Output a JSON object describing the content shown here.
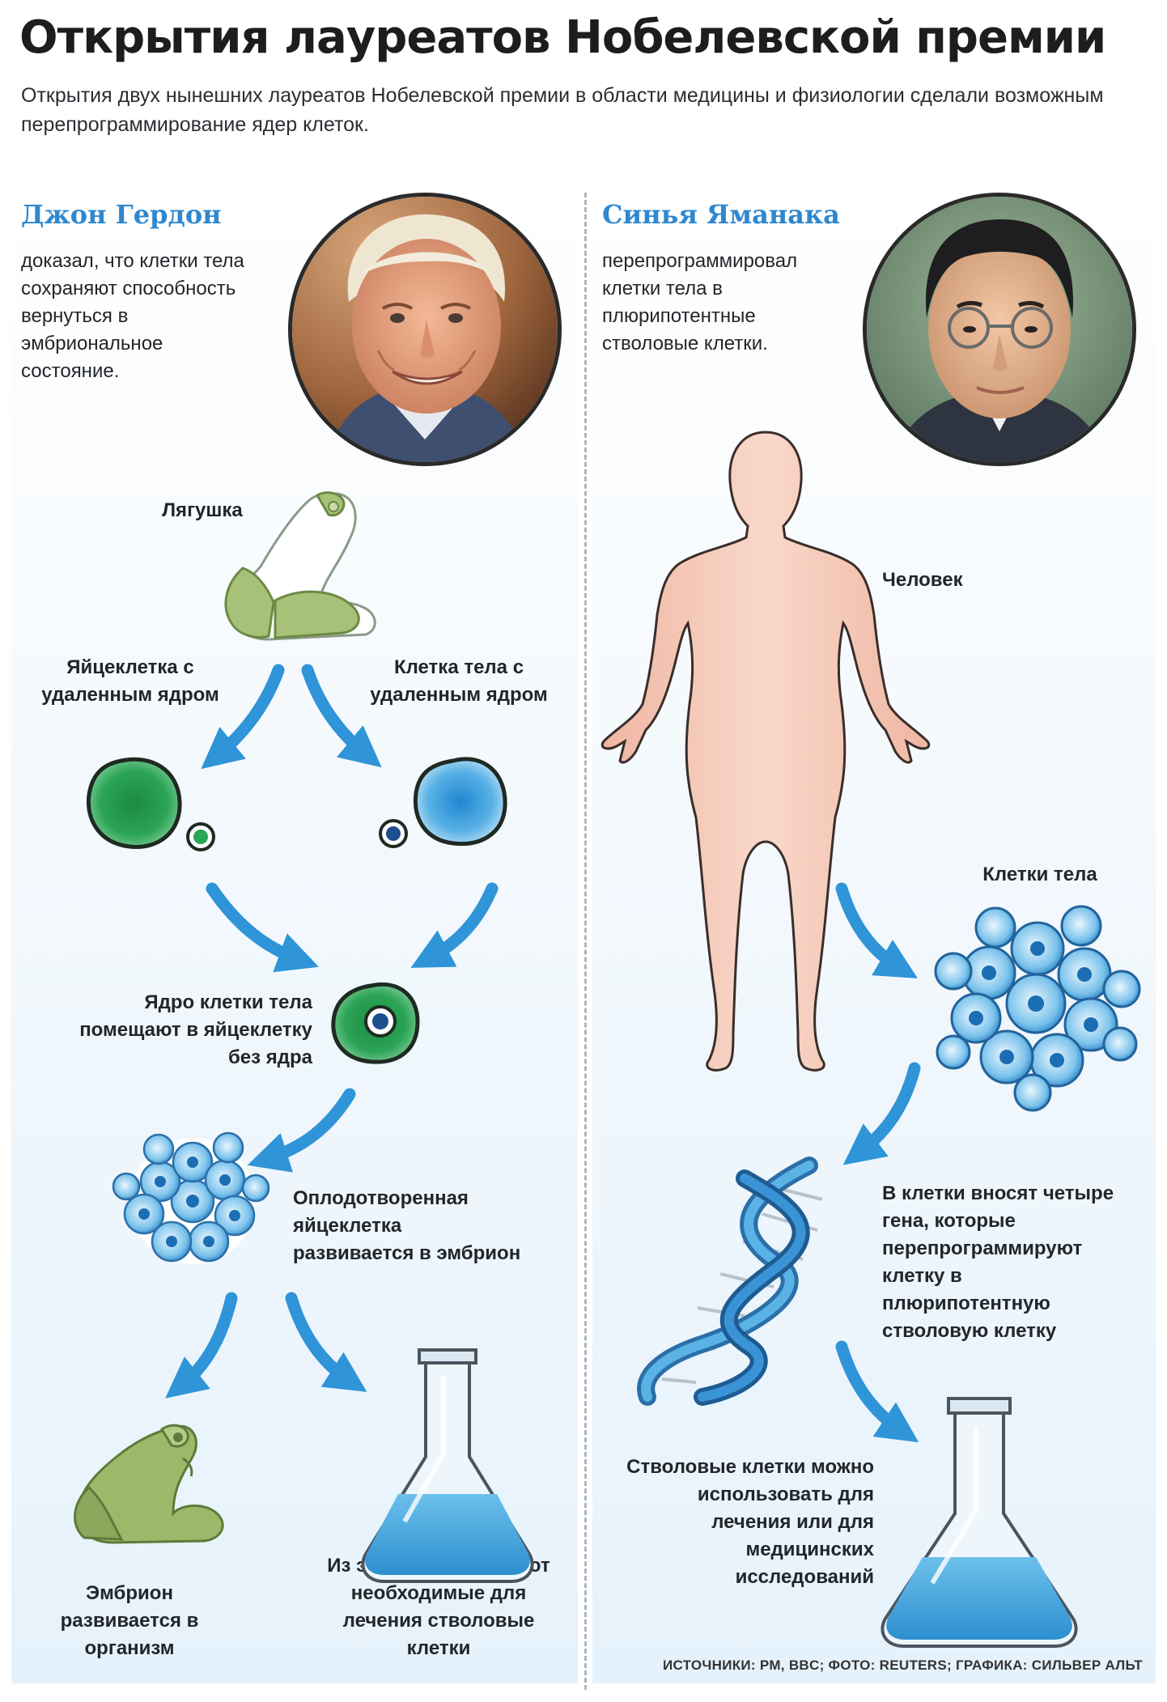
{
  "header": {
    "title": "Открытия лауреатов Нобелевской премии",
    "lead": "Открытия двух нынешних лауреатов Нобелевской премии в области медицины и физиологии сделали возможным перепрограммирование ядер клеток."
  },
  "gurdon": {
    "name": "Джон Гердон",
    "description": "доказал, что клетки тела сохраняют способность вернуться в эмбриональное состояние.",
    "steps": {
      "frog": "Лягушка",
      "egg_cell": "Яйцеклетка с удаленным ядром",
      "body_cell": "Клетка тела с удаленным ядром",
      "nucleus_transfer": "Ядро клетки тела помещают в яйцеклетку без ядра",
      "fertilized_egg": "Оплодотворенная яйцеклетка развивается в эмбрион",
      "embryo_organism": "Эмбрион развивается в организм",
      "stem_cells": "Из эмбриона получают необходимые для лечения стволовые клетки"
    }
  },
  "yamanaka": {
    "name": "Синья Яманака",
    "description": "перепрограммировал клетки тела в плюрипотентные стволовые клетки.",
    "steps": {
      "human": "Человек",
      "body_cells": "Клетки тела",
      "four_genes": "В клетки вносят четыре гена, которые перепрограммируют клетку в плюрипотентную стволовую клетку",
      "uses": "Стволовые клетки можно использовать для лечения или для медицинских исследований"
    }
  },
  "footer": {
    "credits": "ИСТОЧНИКИ: РМ, BBC; ФОТО: REUTERS; ГРАФИКА: СИЛЬВЕР АЛЬТ"
  },
  "colors": {
    "accent_blue": "#2f88cf",
    "arrow_blue": "#2f94d8",
    "cell_green": "#2aa455",
    "cell_blue": "#4aa8e0",
    "frog_green": "#9aba6a",
    "skin": "#f6c9b8",
    "flask_liquid": "#3d9fd9"
  }
}
